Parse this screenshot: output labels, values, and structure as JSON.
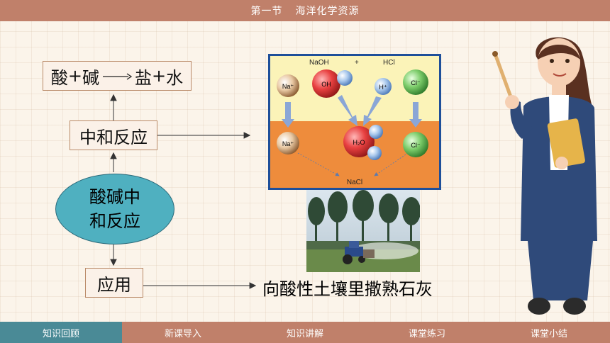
{
  "header": {
    "section": "第一节",
    "title": "海洋化学资源"
  },
  "diagram": {
    "formula": {
      "acid": "酸",
      "plus1": "+",
      "base": "碱",
      "salt": "盐",
      "plus2": "+",
      "water": "水"
    },
    "reaction_box": "中和反应",
    "center_line1": "酸碱中",
    "center_line2": "和反应",
    "application_box": "应用",
    "application_text": "向酸性土壤里撒熟石灰"
  },
  "reaction_figure": {
    "naoh": "NaOH",
    "plus": "+",
    "hcl": "HCl",
    "na": "Na⁺",
    "oh": "OH",
    "h": "H⁺",
    "cl": "Cl⁻",
    "na2": "Na⁺",
    "h2o": "H₂O",
    "cl2": "Cl⁻",
    "nacl": "NaCl"
  },
  "nav": {
    "items": [
      {
        "label": "知识回顾",
        "active": true
      },
      {
        "label": "新课导入",
        "active": false
      },
      {
        "label": "知识讲解",
        "active": false
      },
      {
        "label": "课堂练习",
        "active": false
      },
      {
        "label": "课堂小结",
        "active": false
      }
    ]
  }
}
